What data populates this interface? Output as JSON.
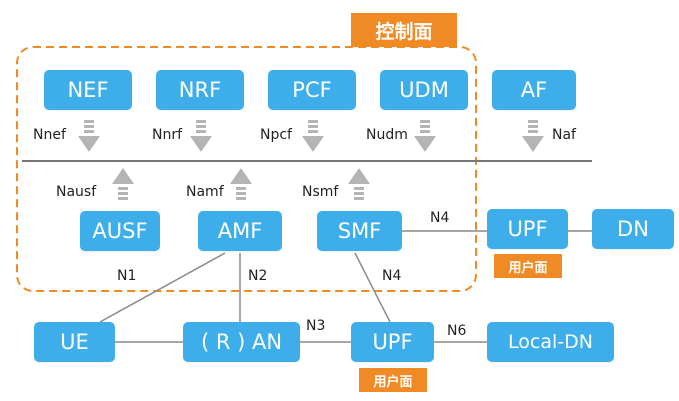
{
  "title": "控制面",
  "colors": {
    "node": "#3daeea",
    "accent": "#f08a24",
    "line": "#808080",
    "arrow": "#b4b4b4",
    "text": "#222222"
  },
  "nodes": {
    "nef": "NEF",
    "nrf": "NRF",
    "pcf": "PCF",
    "udm": "UDM",
    "af": "AF",
    "ausf": "AUSF",
    "amf": "AMF",
    "smf": "SMF",
    "upf_top": "UPF",
    "dn": "DN",
    "ue": "UE",
    "ran": "( R ) AN",
    "upf_bottom": "UPF",
    "local_dn": "Local-DN"
  },
  "tags": {
    "upf_top": "用户面",
    "upf_bottom": "用户面"
  },
  "interfaces": {
    "nnef": "Nnef",
    "nnrf": "Nnrf",
    "npcf": "Npcf",
    "nudm": "Nudm",
    "naf": "Naf",
    "nausf": "Nausf",
    "namf": "Namf",
    "nsmf": "Nsmf"
  },
  "links": {
    "n1": "N1",
    "n2": "N2",
    "n3": "N3",
    "n4_top": "N4",
    "n4_bottom": "N4",
    "n6": "N6"
  },
  "icons": {
    "down_arrow": "down-arrow-icon",
    "up_arrow": "up-arrow-icon"
  }
}
